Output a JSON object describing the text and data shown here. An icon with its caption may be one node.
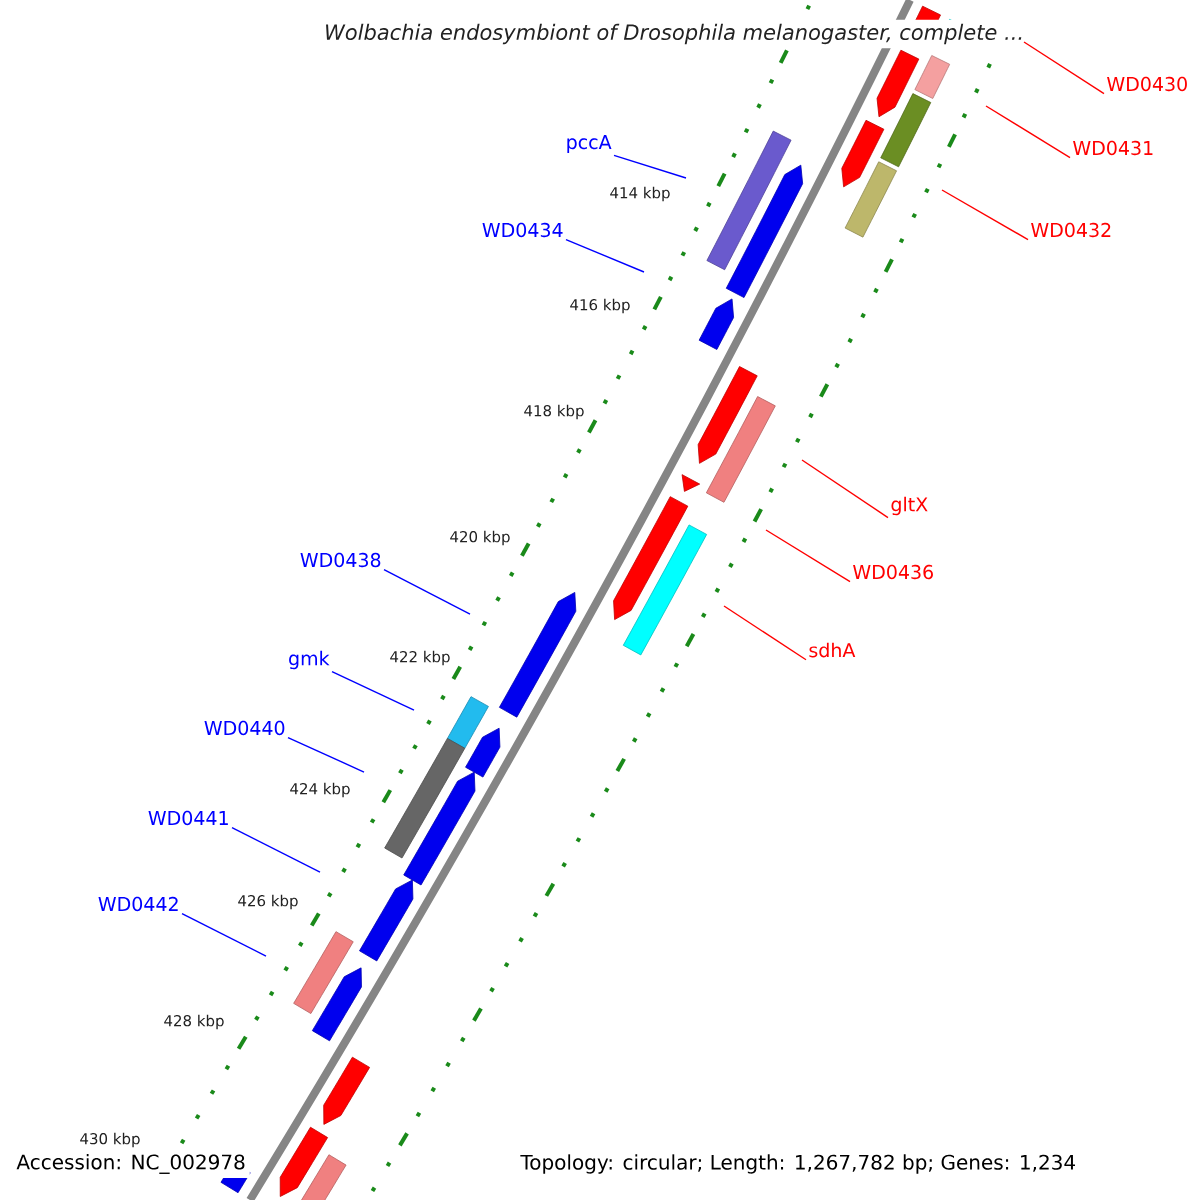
{
  "diagram": {
    "title": "Wolbachia endosymbiont of Drosophila melanogaster, complete ...",
    "nodes": [
      {
        "text": [
          "pccA"
        ]
      },
      {
        "text": [
          "WD0434"
        ]
      },
      {
        "text": [
          "WD0438"
        ]
      },
      {
        "text": [
          "gmk"
        ]
      },
      {
        "text": [
          "WD0440"
        ]
      },
      {
        "text": [
          "WD0441"
        ]
      },
      {
        "text": [
          "WD0442"
        ]
      },
      {
        "text": [
          "WD0430"
        ]
      },
      {
        "text": [
          "WD0431"
        ]
      },
      {
        "text": [
          "WD0432"
        ]
      },
      {
        "text": [
          "gltX"
        ]
      },
      {
        "text": [
          "WD0436"
        ]
      },
      {
        "text": [
          "sdhA"
        ]
      }
    ],
    "edges": [
      {
        "from": 0,
        "to": null,
        "arrow": "none"
      },
      {
        "from": 1,
        "to": null,
        "arrow": "none"
      },
      {
        "from": 2,
        "to": null,
        "arrow": "none"
      },
      {
        "from": 3,
        "to": null,
        "arrow": "none"
      },
      {
        "from": 4,
        "to": null,
        "arrow": "none"
      },
      {
        "from": 5,
        "to": null,
        "arrow": "none"
      },
      {
        "from": 6,
        "to": null,
        "arrow": "none"
      },
      {
        "from": 7,
        "to": null,
        "arrow": "none",
        "color": "#ff0000"
      },
      {
        "from": 8,
        "to": null,
        "arrow": "none",
        "color": "#ff0000"
      },
      {
        "from": 9,
        "to": null,
        "arrow": "none",
        "color": "#ff0000"
      },
      {
        "from": 10,
        "to": null,
        "arrow": "none",
        "color": "#ff0000"
      },
      {
        "from": 11,
        "to": null,
        "arrow": "none",
        "color": "#ff0000"
      },
      {
        "from": 12,
        "to": null,
        "arrow": "none",
        "color": "#ff0000"
      }
    ],
    "labels": [
      "414 kbp",
      "416 kbp",
      "418 kbp",
      "420 kbp",
      "422 kbp",
      "424 kbp",
      "426 kbp",
      "428 kbp",
      "430 kbp",
      "Accession: NC_002978",
      "Topology: circular; Length: 1,267,782 bp; Genes: 1,234"
    ]
  }
}
